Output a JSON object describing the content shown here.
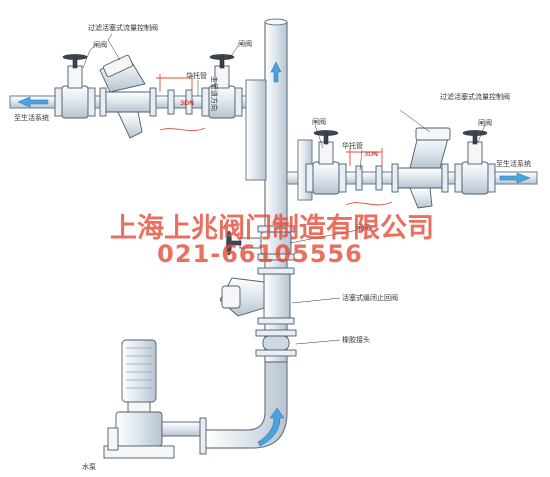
{
  "labels": {
    "filter_piston_valve_left": "过滤活塞式流量控制阀",
    "gate_valve_left": "闸阀",
    "gate_valve_top_right": "闸阀",
    "union_left": "华托管",
    "main_pipe_direction": "主管道方向",
    "domestic_system_left": "至生活系统",
    "gate_valve_mid_left": "闸阀",
    "union_right": "华托管",
    "dn_left": "3DN",
    "dn_right": "3DN",
    "filter_piston_valve_right": "过滤活塞式流量控制阀",
    "gate_valve_right": "闸阀",
    "domestic_system_right": "至生活系统",
    "gate_valve_center": "闸阀",
    "check_valve": "活塞式缓闭止回阀",
    "rubber_joint": "橡胶接头",
    "water_pump": "水泵"
  },
  "watermark": {
    "company": "上海上兆阀门制造有限公司",
    "phone": "021-66105556"
  },
  "colors": {
    "watermark": "#e64632",
    "flow_arrow": "#4aa3e0",
    "pipe_stroke": "#6b7a8a",
    "dimension_line": "#e34a3a"
  }
}
